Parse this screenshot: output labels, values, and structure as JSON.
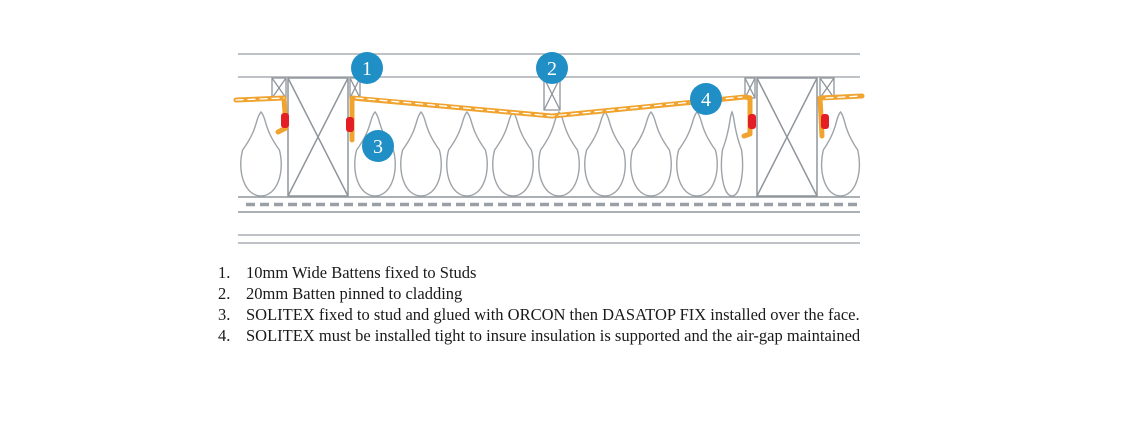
{
  "callouts": [
    {
      "number": "1"
    },
    {
      "number": "2"
    },
    {
      "number": "3"
    },
    {
      "number": "4"
    }
  ],
  "notes": [
    {
      "number": "1.",
      "text": "10mm Wide Battens fixed to Studs"
    },
    {
      "number": "2.",
      "text": "20mm Batten  pinned to cladding"
    },
    {
      "number": "3.",
      "text": "SOLITEX fixed to stud and glued with ORCON then DASATOP FIX installed over the  face."
    },
    {
      "number": "4.",
      "text": "SOLITEX must be installed tight to insure insulation is supported and the air-gap maintained"
    }
  ],
  "colors": {
    "membrane": "#f0a32e",
    "callout": "#1f8fc6",
    "seal": "#e31e24",
    "line": "#9aa0a6"
  }
}
